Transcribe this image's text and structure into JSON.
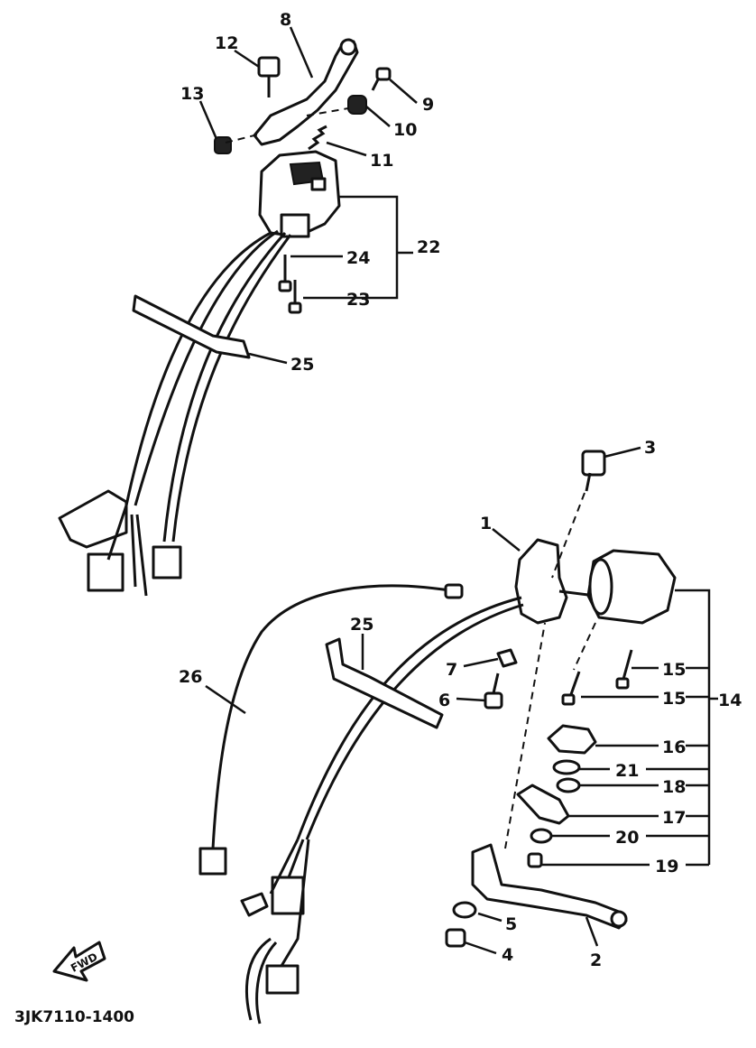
{
  "diagram_code": "3JK7110-1400",
  "fwd_label": "FWD",
  "callouts": {
    "c1": "1",
    "c2": "2",
    "c3": "3",
    "c4": "4",
    "c5": "5",
    "c6": "6",
    "c7": "7",
    "c8": "8",
    "c9": "9",
    "c10": "10",
    "c11": "11",
    "c12": "12",
    "c13": "13",
    "c14": "14",
    "c15a": "15",
    "c15b": "15",
    "c16": "16",
    "c17": "17",
    "c18": "18",
    "c19": "19",
    "c20": "20",
    "c21": "21",
    "c22": "22",
    "c23": "23",
    "c24": "24",
    "c25a": "25",
    "c25b": "25",
    "c26": "26"
  }
}
